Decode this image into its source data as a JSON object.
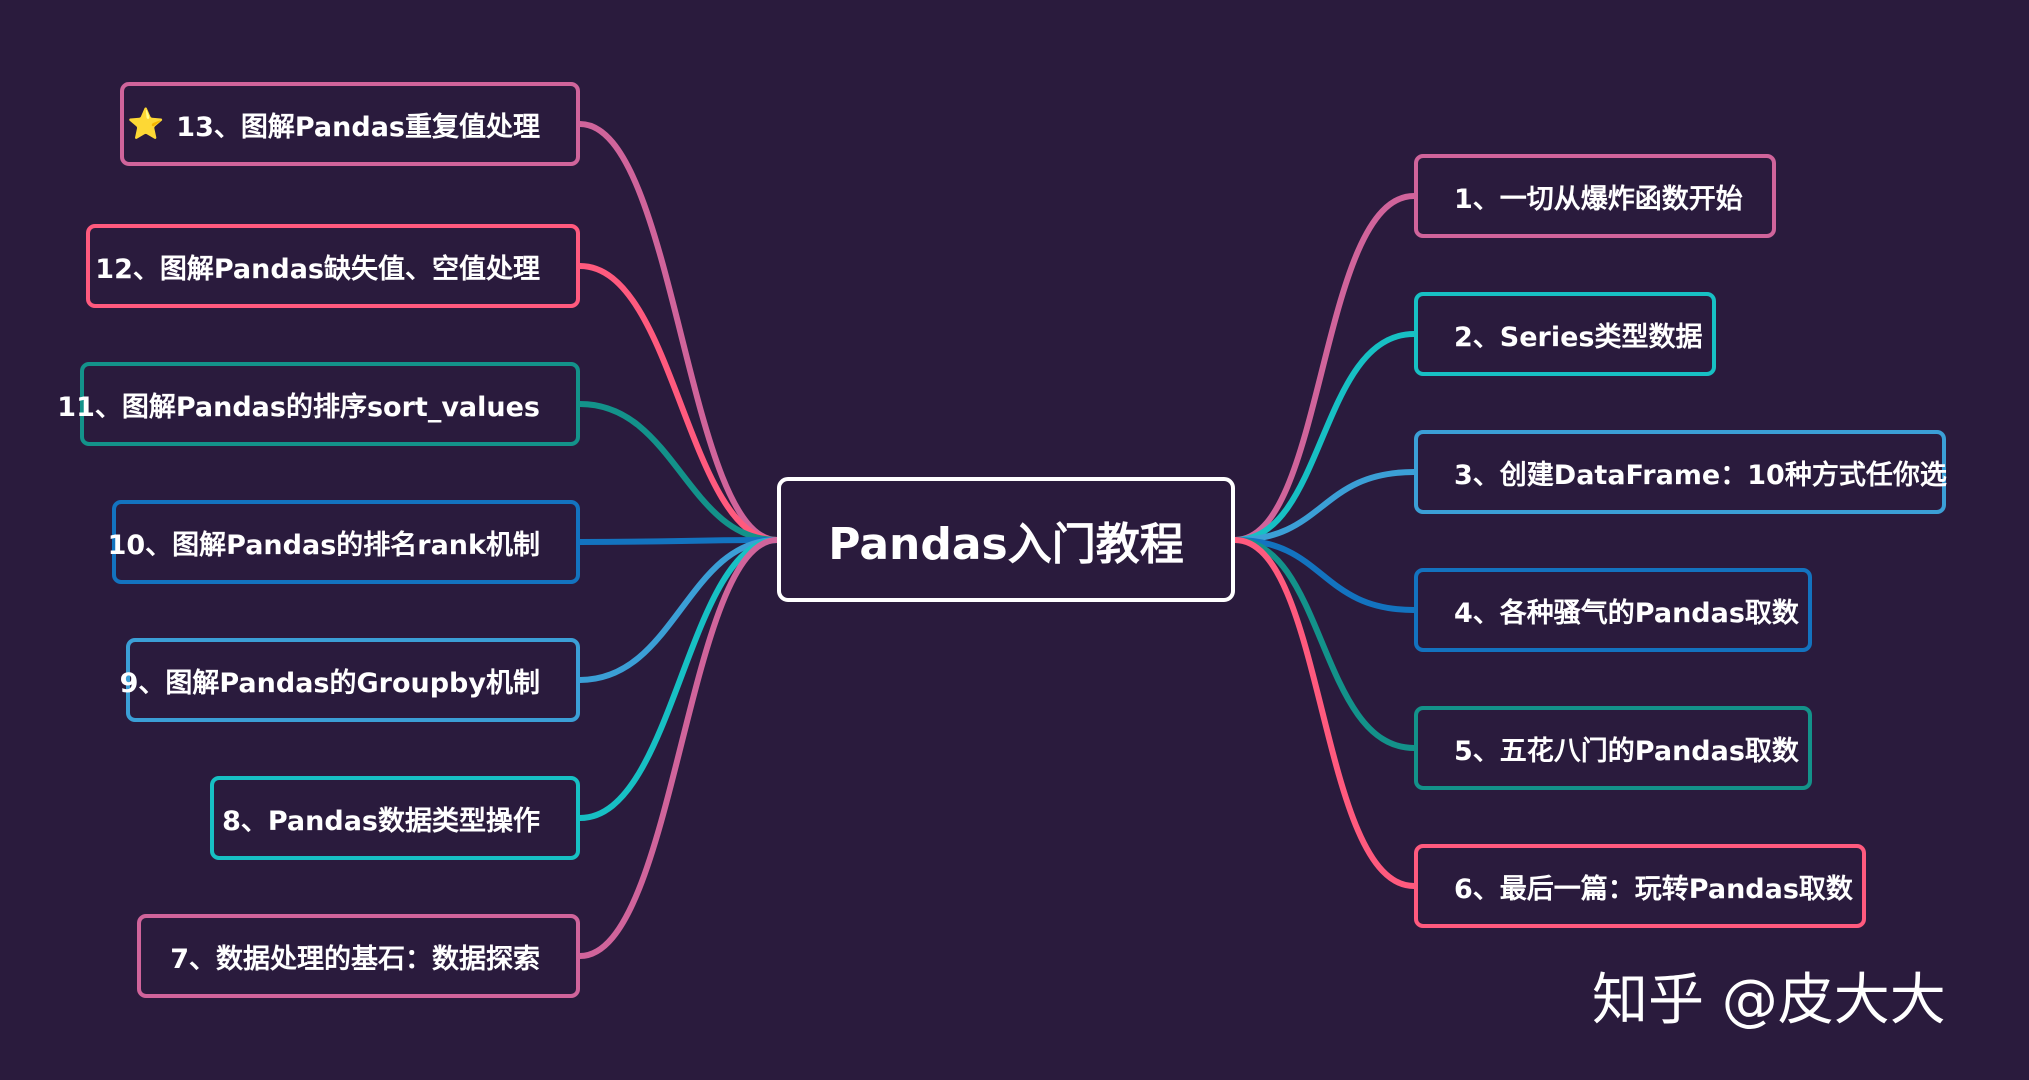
{
  "root": {
    "label": "Pandas入门教程",
    "color": "#ffffff"
  },
  "background_color": "#2a1b3d",
  "left_nodes": [
    {
      "label": "13、图解Pandas重复值处理",
      "color": "#d0649b",
      "icon": "star-icon",
      "icon_glyph": "⭐"
    },
    {
      "label": "12、图解Pandas缺失值、空值处理",
      "color": "#ff5a7e"
    },
    {
      "label": "11、图解Pandas的排序sort_values",
      "color": "#13928a"
    },
    {
      "label": "10、图解Pandas的排名rank机制",
      "color": "#1373bf"
    },
    {
      "label": "9、图解Pandas的Groupby机制",
      "color": "#3b9fd6"
    },
    {
      "label": "8、Pandas数据类型操作",
      "color": "#17c0c4"
    },
    {
      "label": "7、数据处理的基石：数据探索",
      "color": "#d0649b"
    }
  ],
  "right_nodes": [
    {
      "label": "1、一切从爆炸函数开始",
      "color": "#d0649b"
    },
    {
      "label": "2、Series类型数据",
      "color": "#17c0c4"
    },
    {
      "label": "3、创建DataFrame：10种方式任你选",
      "color": "#3b9fd6"
    },
    {
      "label": "4、各种骚气的Pandas取数",
      "color": "#1373bf"
    },
    {
      "label": "5、五花八门的Pandas取数",
      "color": "#13928a"
    },
    {
      "label": "6、最后一篇：玩转Pandas取数",
      "color": "#ff5a7e"
    }
  ],
  "watermark": "知乎 @皮大大"
}
